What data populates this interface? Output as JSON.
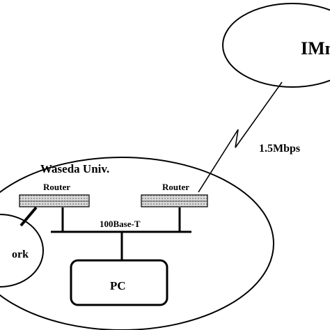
{
  "diagram": {
    "cloud_label": "IMn",
    "link_speed": "1.5Mbps",
    "campus_label": "Waseda Univ.",
    "router_left_label": "Router",
    "router_right_label": "Router",
    "backbone_label": "100Base-T",
    "pc_label": "PC",
    "network_label": "ork"
  },
  "colors": {
    "stroke": "#000000",
    "router_fill": "#d9d9d9",
    "background": "#ffffff"
  }
}
